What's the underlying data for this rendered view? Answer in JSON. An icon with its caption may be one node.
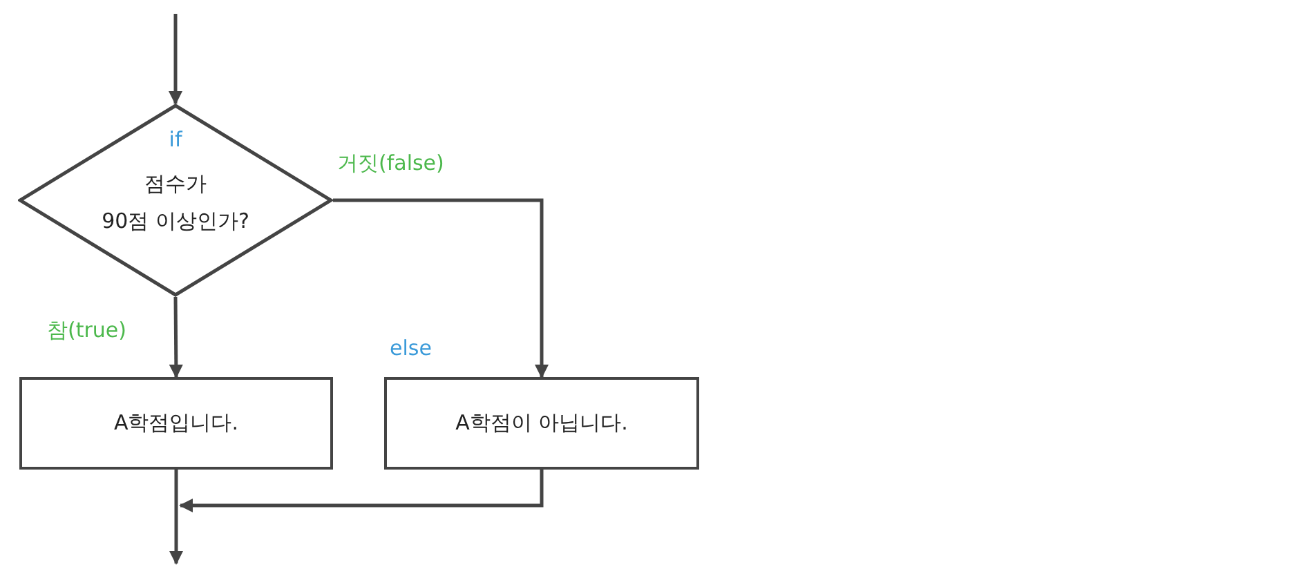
{
  "diagram": {
    "nodes": [
      {
        "text": [
          "if",
          "점수가 90점 이상인가?"
        ]
      },
      {
        "text": [
          "A학점입니다."
        ]
      },
      {
        "text": [
          "A학점이 아닙니다."
        ],
        "beside": [
          "else"
        ]
      }
    ],
    "edges": [
      {
        "from": null,
        "to": 0,
        "arrow": "to"
      },
      {
        "from": 0,
        "to": 1,
        "arrow": "to",
        "label": "참(true)"
      },
      {
        "from": 0,
        "to": 2,
        "arrow": "to",
        "label": "거짓(false)"
      },
      {
        "from": 1,
        "to": null,
        "arrow": "to"
      },
      {
        "from": 2,
        "to": 1,
        "arrow": "to"
      }
    ]
  }
}
